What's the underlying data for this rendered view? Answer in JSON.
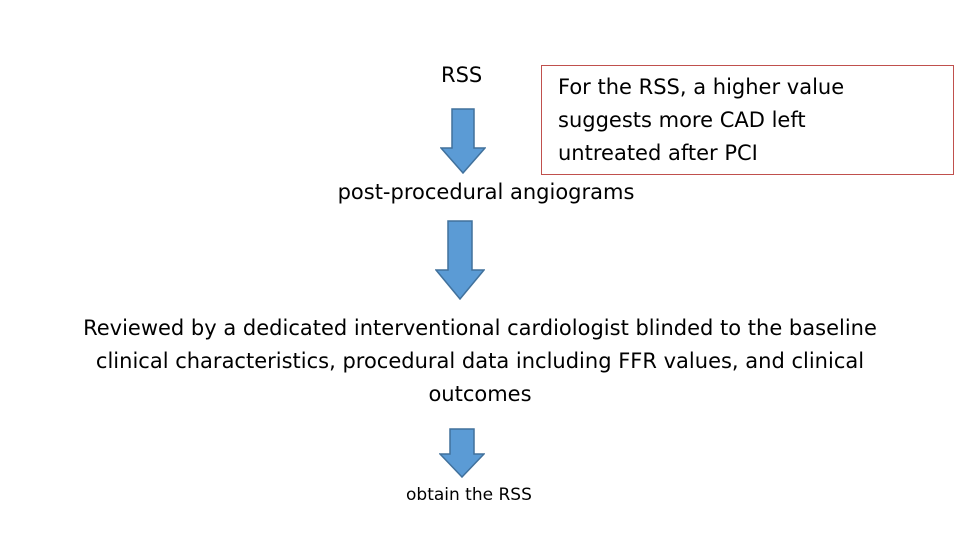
{
  "diagram": {
    "step1_label": "RSS",
    "note_lines": [
      "For the RSS, a higher value",
      "suggests more CAD left",
      "untreated after PCI"
    ],
    "step2_label": "post-procedural angiograms",
    "step3_lines": [
      "Reviewed by a dedicated interventional cardiologist blinded to the baseline",
      "clinical characteristics, procedural data including FFR values, and clinical",
      "outcomes"
    ],
    "step4_label": "obtain the RSS"
  },
  "colors": {
    "arrow_fill": "#5b9bd5",
    "arrow_stroke": "#41719c",
    "note_border": "#c0504d"
  }
}
